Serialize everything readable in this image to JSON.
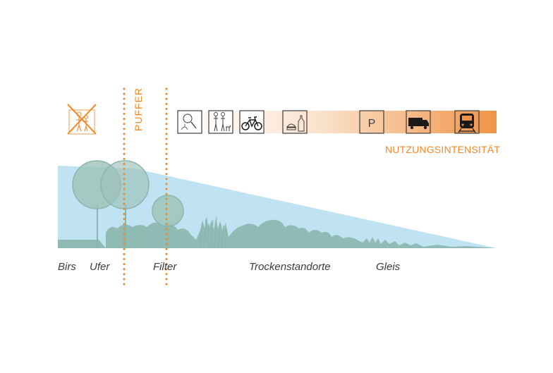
{
  "title": "",
  "buffer_label": "PUFFER",
  "intensity_label": "NUTZUNGSINTENSITÄT",
  "intensity_colors": {
    "start": "#ffffff",
    "end": "#ef9446"
  },
  "zone_labels": [
    {
      "key": "birs",
      "text": "Birs"
    },
    {
      "key": "ufer",
      "text": "Ufer"
    },
    {
      "key": "filter",
      "text": "Filter"
    },
    {
      "key": "trocken",
      "text": "Trockenstandorte"
    },
    {
      "key": "gleis",
      "text": "Gleis"
    }
  ],
  "icons": [
    {
      "name": "no-people-icon",
      "meaning": "no access"
    },
    {
      "name": "observation-icon",
      "meaning": "observation"
    },
    {
      "name": "walking-icon",
      "meaning": "walking with dog"
    },
    {
      "name": "bicycle-icon",
      "meaning": "cycling"
    },
    {
      "name": "picnic-icon",
      "meaning": "food and drink"
    },
    {
      "name": "parking-icon",
      "meaning": "parking",
      "text": "P"
    },
    {
      "name": "truck-icon",
      "meaning": "truck traffic"
    },
    {
      "name": "train-icon",
      "meaning": "railway"
    }
  ],
  "colors": {
    "accent": "#ee8a2c",
    "water": "#bfe3f2",
    "vegetation": "#8bb5ad",
    "tree_fill": "#9cc2b7",
    "text": "#3d3d3d"
  }
}
